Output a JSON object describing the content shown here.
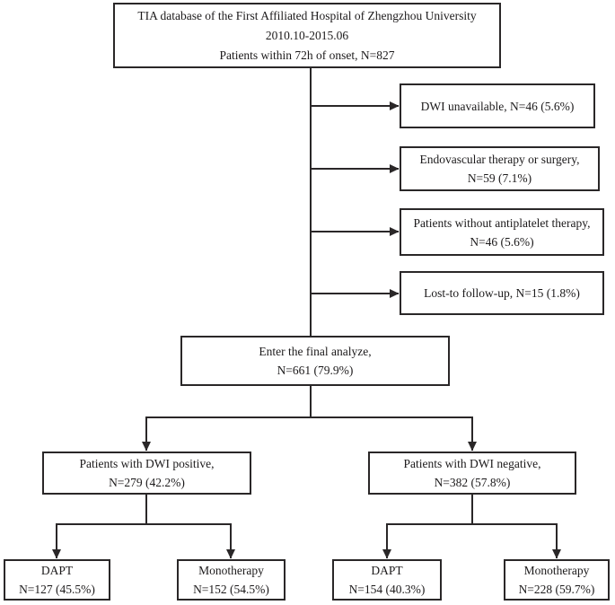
{
  "figure": {
    "ink_color": "#2a2728",
    "background_color": "#ffffff"
  },
  "nodes": {
    "source": {
      "lines": [
        "TIA database of the First Affiliated Hospital of Zhengzhou University",
        "2010.10-2015.06",
        "Patients within 72h of onset, N=827"
      ]
    },
    "excl_dwi_unavailable": {
      "lines": [
        "DWI unavailable, N=46 (5.6%)"
      ]
    },
    "excl_endovascular": {
      "lines": [
        "Endovascular therapy or surgery,",
        "N=59 (7.1%)"
      ]
    },
    "excl_no_antiplatelet": {
      "lines": [
        "Patients without antiplatelet therapy,",
        "N=46 (5.6%)"
      ]
    },
    "excl_lost_followup": {
      "lines": [
        "Lost-to follow-up, N=15 (1.8%)"
      ]
    },
    "final_analyze": {
      "lines": [
        "Enter the final analyze,",
        "N=661 (79.9%)"
      ]
    },
    "dwi_positive": {
      "lines": [
        "Patients with DWI positive,",
        "N=279 (42.2%)"
      ]
    },
    "dwi_negative": {
      "lines": [
        "Patients with DWI negative,",
        "N=382 (57.8%)"
      ]
    },
    "dwi_pos_dapt": {
      "lines": [
        "DAPT",
        "N=127 (45.5%)"
      ]
    },
    "dwi_pos_mono": {
      "lines": [
        "Monotherapy",
        "N=152 (54.5%)"
      ]
    },
    "dwi_neg_dapt": {
      "lines": [
        "DAPT",
        "N=154 (40.3%)"
      ]
    },
    "dwi_neg_mono": {
      "lines": [
        "Monotherapy",
        "N=228 (59.7%)"
      ]
    }
  }
}
